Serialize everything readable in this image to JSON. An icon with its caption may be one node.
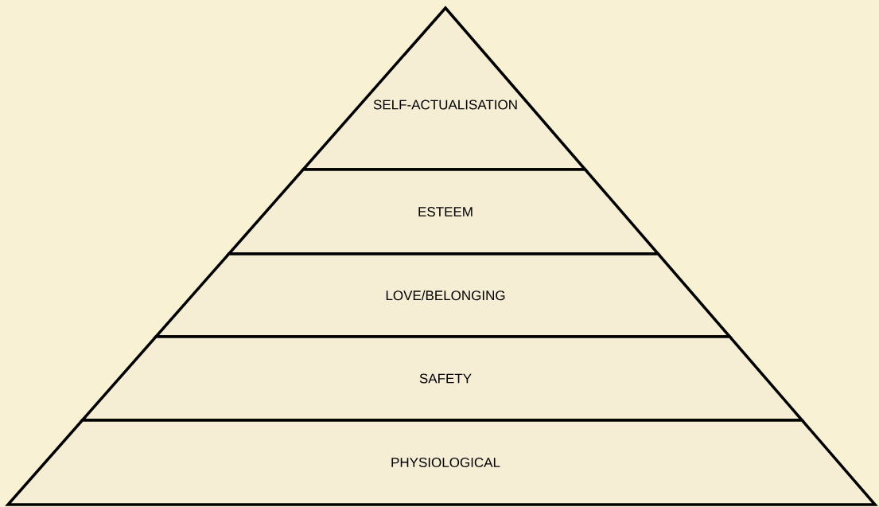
{
  "diagram": {
    "nodes": [
      {
        "text": [
          "SELF-ACTUALISATION"
        ]
      },
      {
        "text": [
          "ESTEEM"
        ]
      },
      {
        "text": [
          "LOVE/BELONGING"
        ]
      },
      {
        "text": [
          "SAFETY"
        ]
      },
      {
        "text": [
          "PHYSIOLOGICAL"
        ]
      }
    ]
  }
}
